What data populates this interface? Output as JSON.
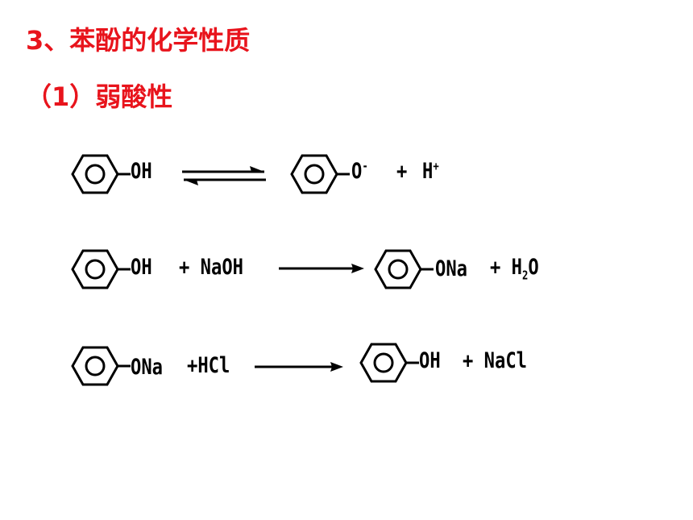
{
  "heading": "3、苯酚的化学性质",
  "subheading": "（1）弱酸性",
  "colors": {
    "heading": "#e8141c",
    "text": "#000000"
  },
  "icons": [
    "benzene-ring-icon",
    "equilibrium-arrow-icon",
    "reaction-arrow-icon"
  ],
  "reactions": [
    {
      "reactant_group": "OH",
      "product_group": "O",
      "product_charge": "-",
      "plus": "+",
      "byproduct": "H",
      "byproduct_charge": "+"
    },
    {
      "reactant_group": "OH",
      "reagent": "+ NaOH",
      "product_group": "ONa",
      "byproduct_prefix": "+ H",
      "byproduct_sub": "2",
      "byproduct_suffix": "O"
    },
    {
      "reactant_group": "ONa",
      "reagent": "+HCl",
      "product_group": "OH",
      "byproduct": "+ NaCl"
    }
  ]
}
